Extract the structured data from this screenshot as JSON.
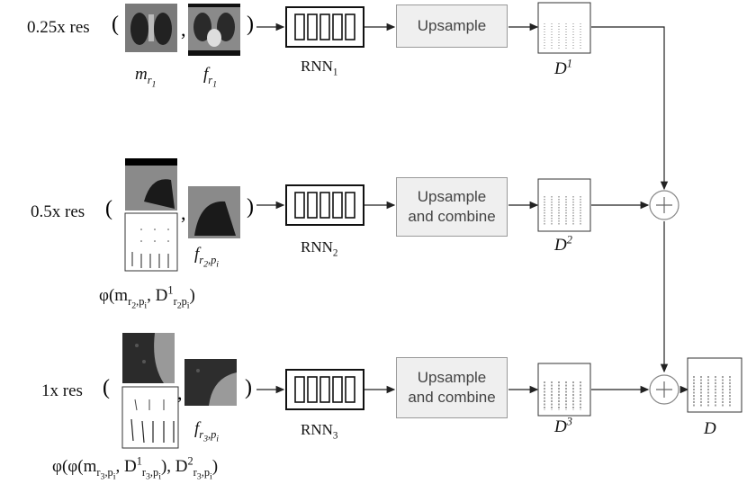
{
  "rows": [
    {
      "res_label": "0.25x res",
      "open_paren": "(",
      "comma": ",",
      "close_paren": ")",
      "input_a_label": "m",
      "input_a_sub": "r",
      "input_a_subsub": "1",
      "input_b_label": "f",
      "input_b_sub": "r",
      "input_b_subsub": "1",
      "rnn_label": "RNN",
      "rnn_sub": "1",
      "upsample_label": "Upsample",
      "output_label": "D",
      "output_sup": "1"
    },
    {
      "res_label": "0.5x res",
      "open_paren": "(",
      "comma": ",",
      "close_paren": ")",
      "phi_label": "φ(m",
      "phi_sub1": "r",
      "phi_subsub1": "2",
      "phi_sub1b": ",p",
      "phi_subsub1b": "i",
      "phi_mid": ", D",
      "phi_sup2": "1",
      "phi_sub2": "r",
      "phi_subsub2": "2",
      "phi_sub2b": "p",
      "phi_subsub2b": "i",
      "phi_end": ")",
      "input_b_label": "f",
      "input_b_sub": "r",
      "input_b_subsub": "2",
      "input_b_sub2": ",p",
      "input_b_subsub2": "i",
      "rnn_label": "RNN",
      "rnn_sub": "2",
      "upsample_label_1": "Upsample",
      "upsample_label_2": "and combine",
      "output_label": "D",
      "output_sup": "2"
    },
    {
      "res_label": "1x res",
      "open_paren": "(",
      "comma": ",",
      "close_paren": ")",
      "phi_text": "φ(φ(m",
      "phi_a_sub": "r",
      "phi_a_subsub": "3",
      "phi_a_sub2": ",p",
      "phi_a_subsub2": "i",
      "phi_b": ", D",
      "phi_b_sup": "1",
      "phi_b_sub": "r",
      "phi_b_subsub": "3",
      "phi_b_sub2": ",p",
      "phi_b_subsub2": "i",
      "phi_c": "), D",
      "phi_c_sup": "2",
      "phi_c_sub": "r",
      "phi_c_subsub": "3",
      "phi_c_sub2": ",p",
      "phi_c_subsub2": "i",
      "phi_end": ")",
      "input_b_label": "f",
      "input_b_sub": "r",
      "input_b_subsub": "3",
      "input_b_sub2": ",p",
      "input_b_subsub2": "i",
      "rnn_label": "RNN",
      "rnn_sub": "3",
      "upsample_label_1": "Upsample",
      "upsample_label_2": "and combine",
      "output_label": "D",
      "output_sup": "3"
    }
  ],
  "combine_symbol": "+",
  "final_output_label": "D"
}
